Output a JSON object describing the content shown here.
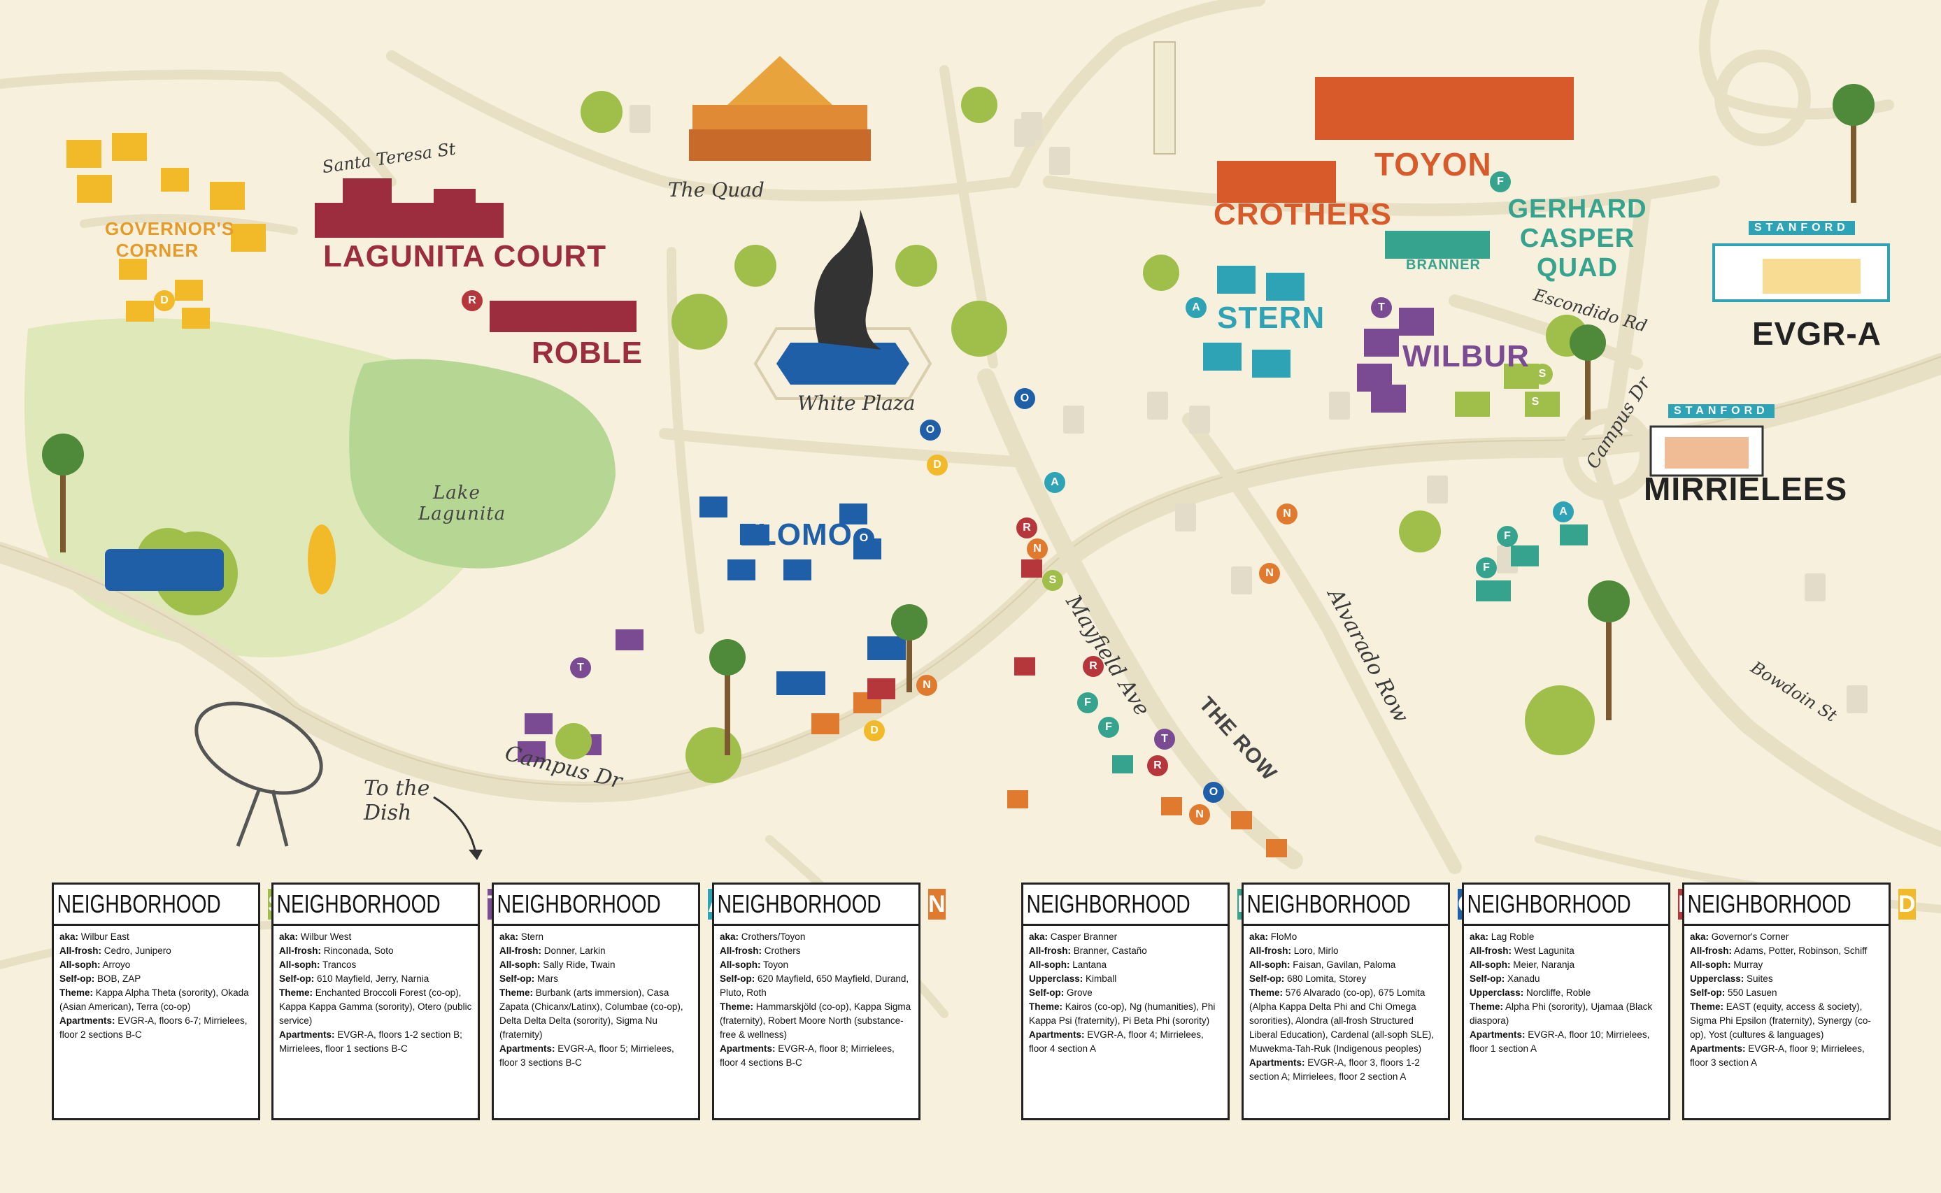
{
  "colors": {
    "background": "#f6f0dc",
    "road": "#e8e0c4",
    "road_edge": "#d9cfae",
    "grass": "#cfe0a6",
    "lake": "#b6d694",
    "red": "#b5373b",
    "orange": "#e07a2e",
    "teal": "#2a9d8f",
    "purple": "#7b4c9a",
    "yellow": "#f2b928",
    "blue": "#1f5fa8",
    "neighborhood_S": "#9fbf4a",
    "neighborhood_T": "#7a4a93",
    "neighborhood_A": "#2fa3b6",
    "neighborhood_N": "#e07a2e",
    "neighborhood_F": "#35a38d",
    "neighborhood_O": "#1f5fa8",
    "neighborhood_R": "#b5373b",
    "neighborhood_D": "#f2b928"
  },
  "places": {
    "governors_corner": "GOVERNOR'S CORNER",
    "lagunita_court": "LAGUNITA COURT",
    "roble": "ROBLE",
    "lake_lagunita": "Lake Lagunita",
    "flomo": "FLOMO",
    "crothers": "CROTHERS",
    "toyon": "TOYON",
    "stern": "STERN",
    "wilbur": "WILBUR",
    "gerhard_casper_quad": "GERHARD CASPER QUAD",
    "branner": "BRANNER",
    "evgr_a": "EVGR-A",
    "mirrielees": "MIRRIELEES",
    "stanford_sign": "STANFORD",
    "the_row": "THE ROW",
    "the_quad": "The Quad",
    "white_plaza": "White Plaza",
    "to_the_dish": "To the Dish"
  },
  "streets": {
    "santa_teresa": "Santa Teresa St",
    "campus_dr_left": "Campus Dr",
    "campus_dr_right": "Campus Dr",
    "mayfield": "Mayfield Ave",
    "alvarado": "Alvarado Row",
    "escondido": "Escondido Rd",
    "bowdoin": "Bowdoin St"
  },
  "map_badges": [
    {
      "letter": "D",
      "color": "#f2b928"
    },
    {
      "letter": "R",
      "color": "#b5373b"
    },
    {
      "letter": "O",
      "color": "#1f5fa8"
    },
    {
      "letter": "O",
      "color": "#1f5fa8"
    },
    {
      "letter": "D",
      "color": "#f2b928"
    },
    {
      "letter": "A",
      "color": "#2fa3b6"
    },
    {
      "letter": "R",
      "color": "#b5373b"
    },
    {
      "letter": "N",
      "color": "#e07a2e"
    },
    {
      "letter": "S",
      "color": "#9fbf4a"
    },
    {
      "letter": "O",
      "color": "#1f5fa8"
    },
    {
      "letter": "T",
      "color": "#7a4a93"
    },
    {
      "letter": "N",
      "color": "#e07a2e"
    },
    {
      "letter": "D",
      "color": "#f2b928"
    },
    {
      "letter": "R",
      "color": "#b5373b"
    },
    {
      "letter": "F",
      "color": "#35a38d"
    },
    {
      "letter": "F",
      "color": "#35a38d"
    },
    {
      "letter": "T",
      "color": "#7a4a93"
    },
    {
      "letter": "R",
      "color": "#b5373b"
    },
    {
      "letter": "N",
      "color": "#e07a2e"
    },
    {
      "letter": "O",
      "color": "#1f5fa8"
    },
    {
      "letter": "N",
      "color": "#e07a2e"
    },
    {
      "letter": "N",
      "color": "#e07a2e"
    },
    {
      "letter": "A",
      "color": "#2fa3b6"
    },
    {
      "letter": "T",
      "color": "#7a4a93"
    },
    {
      "letter": "S",
      "color": "#9fbf4a"
    },
    {
      "letter": "S",
      "color": "#9fbf4a"
    },
    {
      "letter": "F",
      "color": "#35a38d"
    },
    {
      "letter": "F",
      "color": "#35a38d"
    },
    {
      "letter": "A",
      "color": "#2fa3b6"
    },
    {
      "letter": "F",
      "color": "#35a38d"
    }
  ],
  "neighborhoods": [
    {
      "heading": "NEIGHBORHOOD",
      "letter": "S",
      "color": "#9fbf4a",
      "rows": [
        {
          "k": "aka:",
          "v": " Wilbur East"
        },
        {
          "k": "All-frosh:",
          "v": " Cedro, Junipero"
        },
        {
          "k": "All-soph:",
          "v": " Arroyo"
        },
        {
          "k": "Self-op:",
          "v": " BOB, ZAP"
        },
        {
          "k": "Theme:",
          "v": " Kappa Alpha Theta (sorority), Okada (Asian American), Terra (co-op)"
        },
        {
          "k": "Apartments:",
          "v": " EVGR-A, floors 6-7; Mirrielees, floor 2 sections B-C"
        }
      ]
    },
    {
      "heading": "NEIGHBORHOOD",
      "letter": "T",
      "color": "#7a4a93",
      "rows": [
        {
          "k": "aka:",
          "v": " Wilbur West"
        },
        {
          "k": "All-frosh:",
          "v": " Rinconada, Soto"
        },
        {
          "k": "All-soph:",
          "v": " Trancos"
        },
        {
          "k": "Self-op:",
          "v": " 610 Mayfield, Jerry, Narnia"
        },
        {
          "k": "Theme:",
          "v": " Enchanted Broccoli Forest (co-op), Kappa Kappa Gamma (sorority), Otero (public service)"
        },
        {
          "k": "Apartments:",
          "v": " EVGR-A, floors 1-2 section B; Mirrielees, floor 1 sections B-C"
        }
      ]
    },
    {
      "heading": "NEIGHBORHOOD",
      "letter": "A",
      "color": "#2fa3b6",
      "rows": [
        {
          "k": "aka:",
          "v": " Stern"
        },
        {
          "k": "All-frosh:",
          "v": " Donner, Larkin"
        },
        {
          "k": "All-soph:",
          "v": " Sally Ride, Twain"
        },
        {
          "k": "Self-op:",
          "v": " Mars"
        },
        {
          "k": "Theme:",
          "v": " Burbank (arts immersion), Casa Zapata (Chicanx/Latinx), Columbae (co-op), Delta Delta Delta (sorority), Sigma Nu (fraternity)"
        },
        {
          "k": "Apartments:",
          "v": " EVGR-A, floor 5; Mirrielees, floor 3 sections B-C"
        }
      ]
    },
    {
      "heading": "NEIGHBORHOOD",
      "letter": "N",
      "color": "#e07a2e",
      "rows": [
        {
          "k": "aka:",
          "v": " Crothers/Toyon"
        },
        {
          "k": "All-frosh:",
          "v": " Crothers"
        },
        {
          "k": "All-soph:",
          "v": " Toyon"
        },
        {
          "k": "Self-op:",
          "v": " 620 Mayfield, 650 Mayfield, Durand, Pluto, Roth"
        },
        {
          "k": "Theme:",
          "v": " Hammarskjöld (co-op), Kappa Sigma (fraternity), Robert Moore North (substance-free & wellness)"
        },
        {
          "k": "Apartments:",
          "v": " EVGR-A, floor 8; Mirrielees, floor 4 sections B-C"
        }
      ]
    },
    {
      "heading": "NEIGHBORHOOD",
      "letter": "F",
      "color": "#35a38d",
      "rows": [
        {
          "k": "aka:",
          "v": " Casper Branner"
        },
        {
          "k": "All-frosh:",
          "v": " Branner, Castaño"
        },
        {
          "k": "All-soph:",
          "v": " Lantana"
        },
        {
          "k": "Upperclass:",
          "v": " Kimball"
        },
        {
          "k": "Self-op:",
          "v": " Grove"
        },
        {
          "k": "Theme:",
          "v": " Kairos (co-op), Ng (humanities), Phi Kappa Psi (fraternity), Pi Beta Phi (sorority)"
        },
        {
          "k": "Apartments:",
          "v": " EVGR-A, floor 4; Mirrielees, floor 4 section A"
        }
      ]
    },
    {
      "heading": "NEIGHBORHOOD",
      "letter": "O",
      "color": "#1f5fa8",
      "rows": [
        {
          "k": "aka:",
          "v": " FloMo"
        },
        {
          "k": "All-frosh:",
          "v": " Loro, Mirlo"
        },
        {
          "k": "All-soph:",
          "v": " Faisan, Gavilan, Paloma"
        },
        {
          "k": "Self-op:",
          "v": " 680 Lomita, Storey"
        },
        {
          "k": "Theme:",
          "v": " 576 Alvarado (co-op), 675 Lomita (Alpha Kappa Delta Phi and Chi Omega sororities), Alondra (all-frosh Structured Liberal Education), Cardenal (all-soph SLE), Muwekma-Tah-Ruk (Indigenous peoples)"
        },
        {
          "k": "Apartments:",
          "v": " EVGR-A, floor 3, floors 1-2 section A; Mirrielees, floor 2 section A"
        }
      ]
    },
    {
      "heading": "NEIGHBORHOOD",
      "letter": "R",
      "color": "#b5373b",
      "rows": [
        {
          "k": "aka:",
          "v": " Lag Roble"
        },
        {
          "k": "All-frosh:",
          "v": " West Lagunita"
        },
        {
          "k": "All-soph:",
          "v": " Meier, Naranja"
        },
        {
          "k": "Self-op:",
          "v": " Xanadu"
        },
        {
          "k": "Upperclass:",
          "v": " Norcliffe, Roble"
        },
        {
          "k": "Theme:",
          "v": " Alpha Phi (sorority), Ujamaa (Black diaspora)"
        },
        {
          "k": "Apartments:",
          "v": " EVGR-A, floor 10; Mirrielees, floor 1 section A"
        }
      ]
    },
    {
      "heading": "NEIGHBORHOOD",
      "letter": "D",
      "color": "#f2b928",
      "rows": [
        {
          "k": "aka:",
          "v": " Governor's Corner"
        },
        {
          "k": "All-frosh:",
          "v": " Adams, Potter, Robinson, Schiff"
        },
        {
          "k": "All-soph:",
          "v": " Murray"
        },
        {
          "k": "Upperclass:",
          "v": " Suites"
        },
        {
          "k": "Self-op:",
          "v": " 550 Lasuen"
        },
        {
          "k": "Theme:",
          "v": " EAST (equity, access & society), Sigma Phi Epsilon (fraternity), Synergy (co-op), Yost (cultures & languages)"
        },
        {
          "k": "Apartments:",
          "v": " EVGR-A, floor 9; Mirrielees, floor 3 section A"
        }
      ]
    }
  ]
}
